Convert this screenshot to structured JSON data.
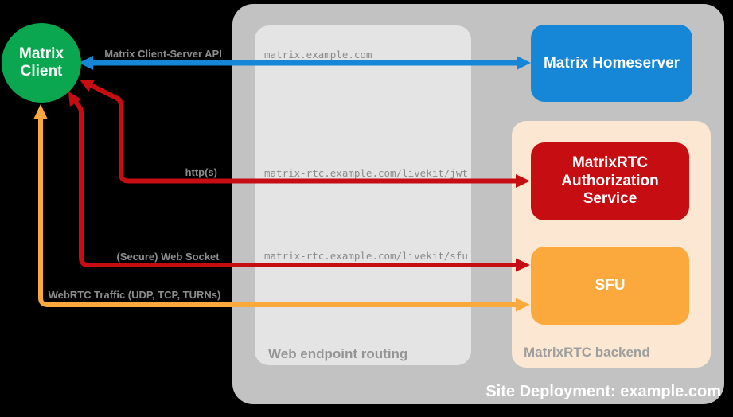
{
  "nodes": {
    "client": {
      "label": "Matrix Client",
      "color": "#0AA750"
    },
    "homeserver": {
      "label": "Matrix Homeserver",
      "color": "#1587D6"
    },
    "auth_service": {
      "label": "MatrixRTC Authorization Service",
      "color": "#C50D12"
    },
    "sfu": {
      "label": "SFU",
      "color": "#FBA93D"
    }
  },
  "containers": {
    "site": {
      "label": "Site Deployment: example.com",
      "color": "#C2C2C2"
    },
    "routing": {
      "label": "Web endpoint routing",
      "color": "#E4E4E4"
    },
    "backend": {
      "label": "MatrixRTC backend",
      "color": "#FCE8D2"
    }
  },
  "endpoints": [
    "matrix.example.com",
    "matrix-rtc.example.com/livekit/jwt",
    "matrix-rtc.example.com/livekit/sfu"
  ],
  "edges": [
    {
      "label": "Matrix Client-Server API",
      "from": "Matrix Client",
      "to": "Matrix Homeserver",
      "color": "#1587D6",
      "bidirectional": true
    },
    {
      "label": "http(s)",
      "from": "Matrix Client",
      "to": "MatrixRTC Authorization Service",
      "color": "#C50D12",
      "bidirectional": true
    },
    {
      "label": "(Secure) Web Socket",
      "from": "Matrix Client",
      "to": "SFU",
      "color": "#C50D12",
      "bidirectional": true
    },
    {
      "label": "WebRTC Traffic (UDP, TCP, TURNs)",
      "from": "Matrix Client",
      "to": "SFU",
      "color": "#FBA93D",
      "bidirectional": true
    }
  ]
}
